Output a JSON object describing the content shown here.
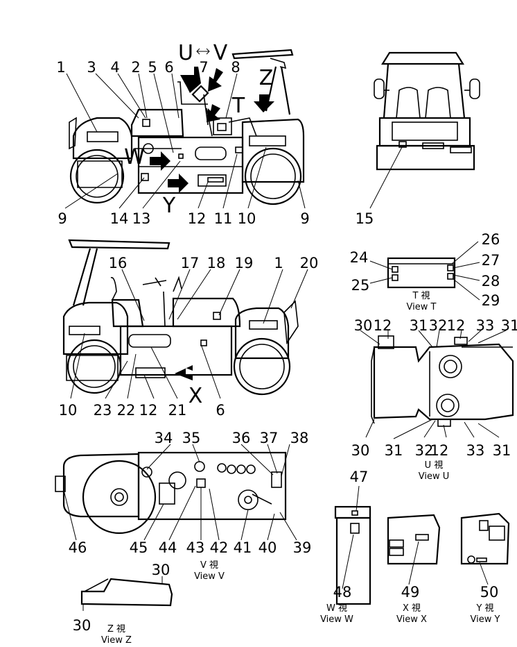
{
  "part_numbers": [
    "1",
    "2",
    "3",
    "4",
    "5",
    "6",
    "7",
    "8",
    "9",
    "10",
    "11",
    "12",
    "13",
    "14",
    "15",
    "16",
    "17",
    "18",
    "19",
    "20",
    "21",
    "22",
    "23",
    "24",
    "25",
    "26",
    "27",
    "28",
    "29",
    "30",
    "31",
    "32",
    "33",
    "34",
    "35",
    "36",
    "37",
    "38",
    "39",
    "40",
    "41",
    "42",
    "43",
    "44",
    "45",
    "46",
    "47",
    "48",
    "49",
    "50"
  ],
  "view_letters": {
    "u": "U",
    "v": "V",
    "z": "Z",
    "t": "T",
    "w": "W",
    "y": "Y",
    "x": "X"
  },
  "views": {
    "t": {
      "jp": "T 視",
      "en": "View T"
    },
    "u": {
      "jp": "U 視",
      "en": "View U"
    },
    "v": {
      "jp": "V 視",
      "en": "View V"
    },
    "w": {
      "jp": "W 視",
      "en": "View W"
    },
    "x": {
      "jp": "X 視",
      "en": "View X"
    },
    "y": {
      "jp": "Y 視",
      "en": "View Y"
    },
    "z": {
      "jp": "Z 視",
      "en": "View Z"
    }
  }
}
